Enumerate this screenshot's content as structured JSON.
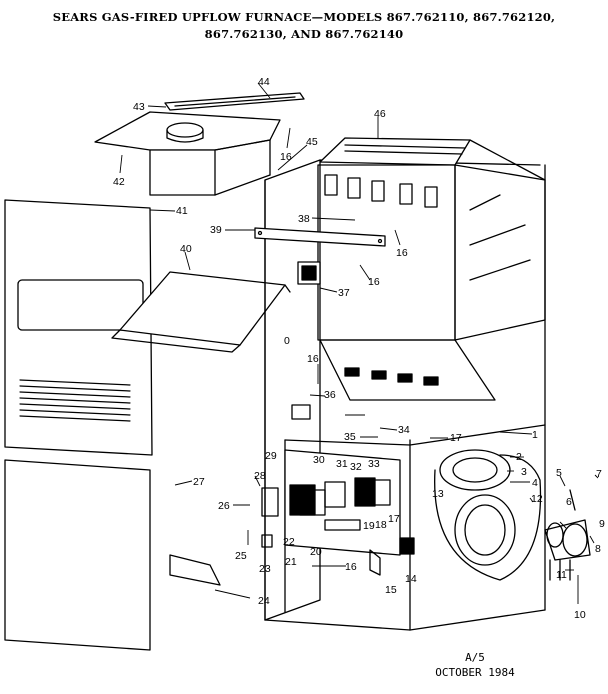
{
  "title_line_1": "SEARS GAS-FIRED UPFLOW FURNACE—MODELS 867.762110, 867.762120,",
  "title_line_2": "867.762130, AND 867.762140",
  "footer_code": "A/5",
  "footer_date": "OCTOBER 1984",
  "callouts": {
    "c44": "44",
    "c43": "43",
    "c46": "46",
    "c16a": "16",
    "c45": "45",
    "c42": "42",
    "c41": "41",
    "c38": "38",
    "c39": "39",
    "c16b": "16",
    "c40": "40",
    "c16c": "16",
    "c37": "37",
    "c0": "0",
    "c16d": "16",
    "c36": "36",
    "c35": "35",
    "c34": "34",
    "c17a": "17",
    "c1": "1",
    "c27": "27",
    "c29": "29",
    "c30": "30",
    "c31": "31",
    "c32": "32",
    "c33": "33",
    "c2": "2",
    "c28": "28",
    "c13": "13",
    "c3": "3",
    "c4": "4",
    "c5": "5",
    "c7": "7",
    "c26": "26",
    "c12": "12",
    "c6": "6",
    "c19": "19",
    "c18": "18",
    "c17b": "17",
    "c22": "22",
    "c20": "20",
    "c25": "25",
    "c9": "9",
    "c8": "8",
    "c21": "21",
    "c16e": "16",
    "c14": "14",
    "c23": "23",
    "c11": "11",
    "c15": "15",
    "c24": "24",
    "c10": "10"
  }
}
